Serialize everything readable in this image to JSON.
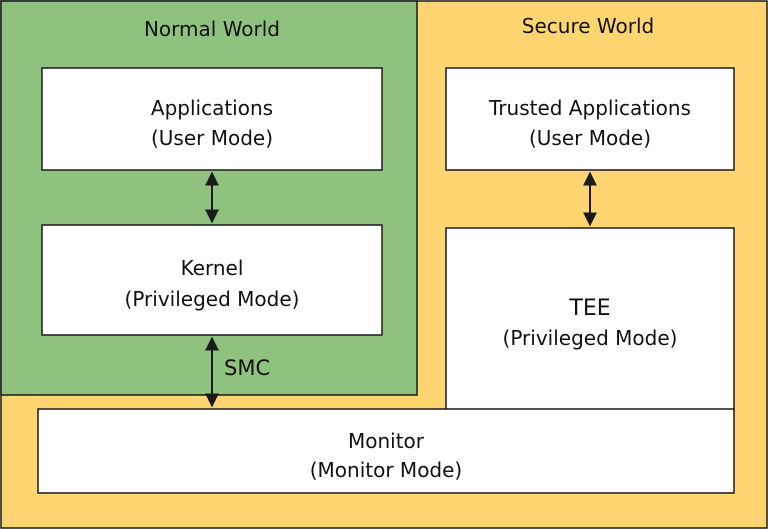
{
  "colors": {
    "secure_world": "#FFD571",
    "normal_world": "#8FC17F",
    "box_fill": "#FFFFFF",
    "stroke": "#1A1A1A"
  },
  "normal_world": {
    "title": "Normal World",
    "applications": {
      "line1": "Applications",
      "line2": "(User Mode)"
    },
    "kernel": {
      "line1": "Kernel",
      "line2": "(Privileged Mode)"
    }
  },
  "secure_world": {
    "title": "Secure World",
    "trusted_applications": {
      "line1": "Trusted Applications",
      "line2": "(User Mode)"
    },
    "tee": {
      "line1": "TEE",
      "line2": "(Privileged Mode)"
    }
  },
  "monitor": {
    "line1": "Monitor",
    "line2": "(Monitor Mode)"
  },
  "smc_label": "SMC"
}
